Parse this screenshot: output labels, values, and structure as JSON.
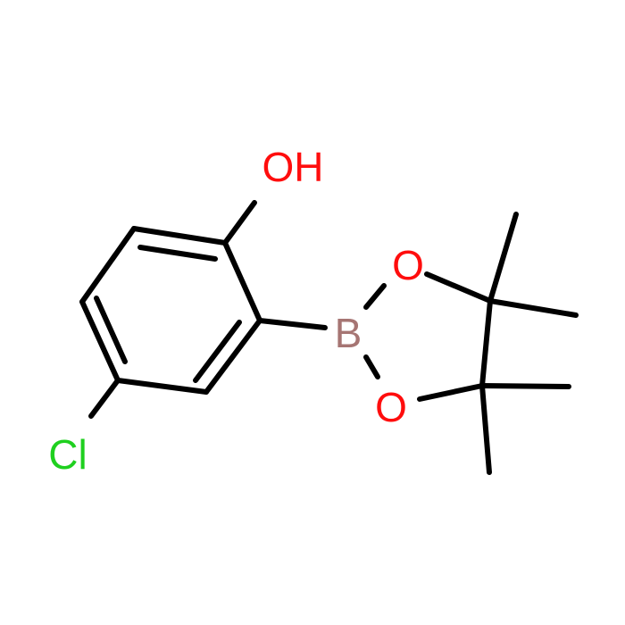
{
  "molecule": {
    "labels": {
      "hydroxyl": "OH",
      "chlorine": "Cl",
      "boron": "B",
      "oxygen_upper": "O",
      "oxygen_lower": "O"
    },
    "colors": {
      "bond": "#000000",
      "oxygen": "#ff0d0d",
      "chlorine": "#1fd01f",
      "boron": "#a67573"
    }
  }
}
